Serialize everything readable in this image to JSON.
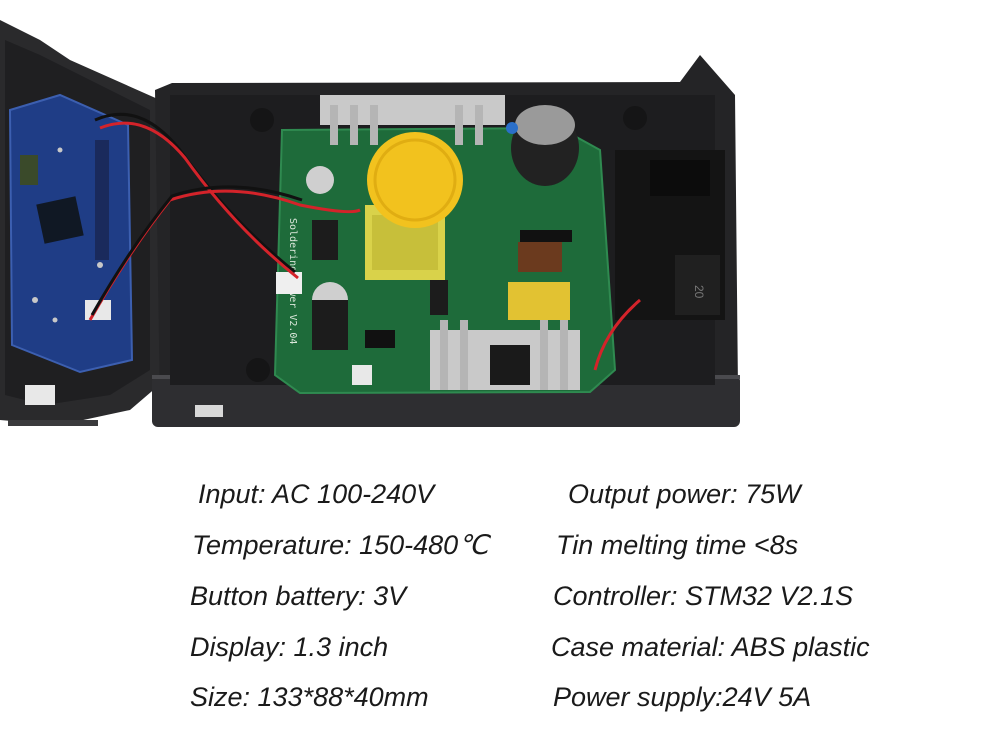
{
  "photo": {
    "pcb_silkscreen": "Soldering Power V2.04",
    "case_label": "20"
  },
  "specs": {
    "left": [
      "Input: AC 100-240V",
      "Temperature: 150-480℃",
      "Button battery: 3V",
      "Display: 1.3 inch",
      "Size: 133*88*40mm"
    ],
    "right": [
      "Output power: 75W",
      "Tin melting time <8s",
      "Controller: STM32 V2.1S",
      "Case material: ABS plastic",
      "Power supply:24V 5A"
    ]
  }
}
